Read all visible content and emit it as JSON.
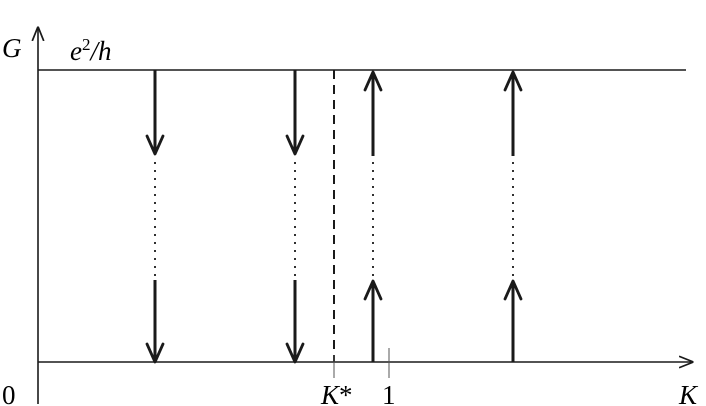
{
  "labels": {
    "y_axis": "G",
    "x_axis": "K",
    "origin": "0",
    "plateau_italic": "e",
    "plateau_sup": "2",
    "plateau_rest": "/h",
    "k_star_letter": "K",
    "k_star_mark": "*",
    "tick_one": "1"
  },
  "flows": [
    {
      "name": "flow-arrow-1",
      "direction": "down"
    },
    {
      "name": "flow-arrow-2",
      "direction": "down"
    },
    {
      "name": "flow-arrow-3",
      "direction": "up"
    },
    {
      "name": "flow-arrow-4",
      "direction": "up"
    }
  ],
  "colors": {
    "ink": "#1a1a1a"
  }
}
